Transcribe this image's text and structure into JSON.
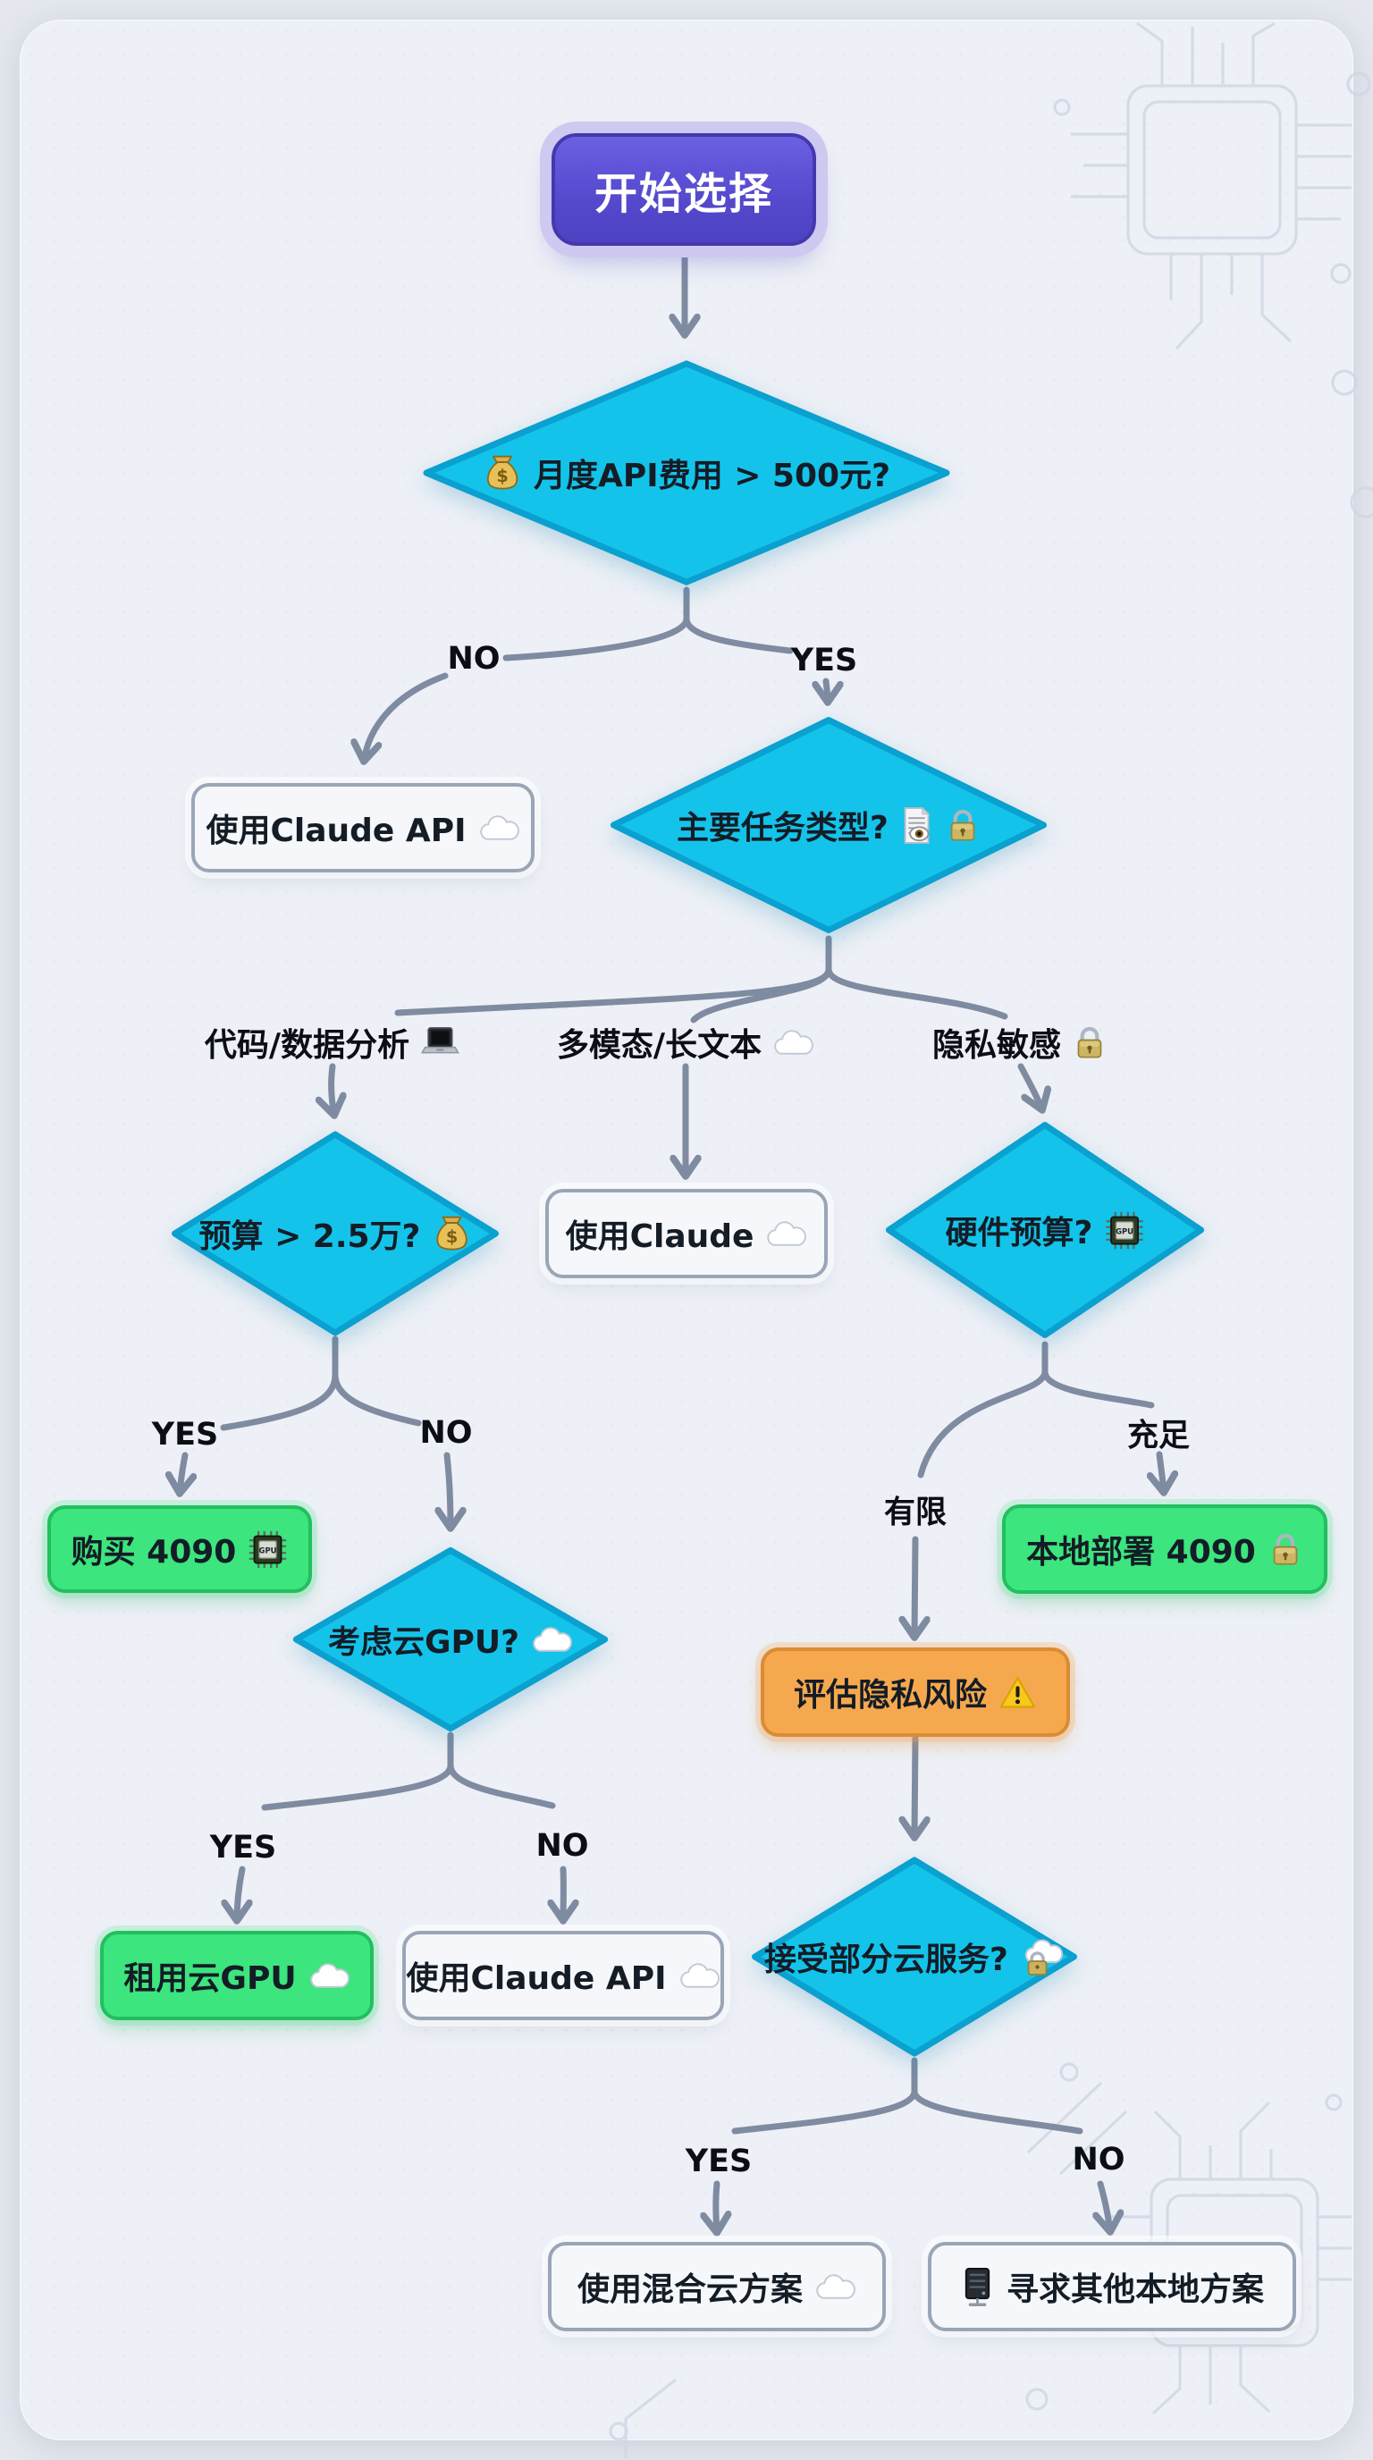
{
  "palette": {
    "canvas_bg": "#edf0f6",
    "decision_fill": "#14c3ea",
    "decision_border": "#0aa0cf",
    "result_green": "#3ce57e",
    "warning_orange": "#f6a84e",
    "start_purple": "#5a4fd0",
    "action_white": "#f5f7fa",
    "arrow_gray": "#7e8ba1"
  },
  "nodes": {
    "start": {
      "type": "start",
      "label": "开始选择"
    },
    "api_cost": {
      "type": "decision",
      "label": "月度API费用 > 500元?",
      "icon": "money-bag"
    },
    "use_claude_api_1": {
      "type": "action",
      "label": "使用Claude API",
      "icon": "cloud"
    },
    "task_type": {
      "type": "decision",
      "label": "主要任务类型?",
      "icons": [
        "doc-eye",
        "lock"
      ]
    },
    "budget": {
      "type": "decision",
      "label": "预算 > 2.5万?",
      "icon": "money-bag"
    },
    "use_claude": {
      "type": "action",
      "label": "使用Claude",
      "icon": "cloud"
    },
    "hw_budget": {
      "type": "decision",
      "label": "硬件预算?",
      "icon": "gpu-chip"
    },
    "buy_4090": {
      "type": "result",
      "label": "购买 4090",
      "icon": "gpu-chip"
    },
    "cloud_gpu": {
      "type": "decision",
      "label": "考虑云GPU?",
      "icon": "cloud"
    },
    "local_4090": {
      "type": "result",
      "label": "本地部署 4090",
      "icon": "lock"
    },
    "assess_risk": {
      "type": "warning",
      "label": "评估隐私风险",
      "icon": "warning"
    },
    "rent_cloud_gpu": {
      "type": "result",
      "label": "租用云GPU",
      "icon": "cloud"
    },
    "use_claude_api_2": {
      "type": "action",
      "label": "使用Claude API",
      "icon": "cloud"
    },
    "partial_cloud": {
      "type": "decision",
      "label": "接受部分云服务?",
      "icon": "cloud-lock"
    },
    "hybrid_cloud": {
      "type": "action",
      "label": "使用混合云方案",
      "icon": "cloud"
    },
    "other_local": {
      "type": "action",
      "label": "寻求其他本地方案",
      "icon": "server"
    }
  },
  "edge_labels": {
    "no1": "NO",
    "yes1": "YES",
    "branch_code": "代码/数据分析",
    "branch_multimodal": "多模态/长文本",
    "branch_privacy": "隐私敏感",
    "yes2": "YES",
    "no2": "NO",
    "limited": "有限",
    "sufficient": "充足",
    "yes3": "YES",
    "no3": "NO",
    "yes4": "YES",
    "no4": "NO"
  }
}
